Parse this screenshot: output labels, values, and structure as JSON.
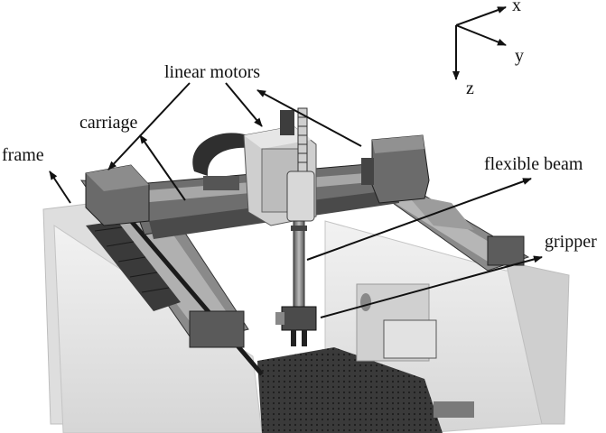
{
  "labels": {
    "linear_motors": "linear motors",
    "carriage": "carriage",
    "frame": "frame",
    "flexible_beam": "flexible beam",
    "gripper": "gripper"
  },
  "axes": {
    "x": "x",
    "y": "y",
    "z": "z"
  },
  "colors": {
    "frame_white": "#e9e9e9",
    "rail_dark": "#3a3a3a",
    "motor_gray": "#6f6f6f",
    "table_dark": "#2e2e2e"
  }
}
